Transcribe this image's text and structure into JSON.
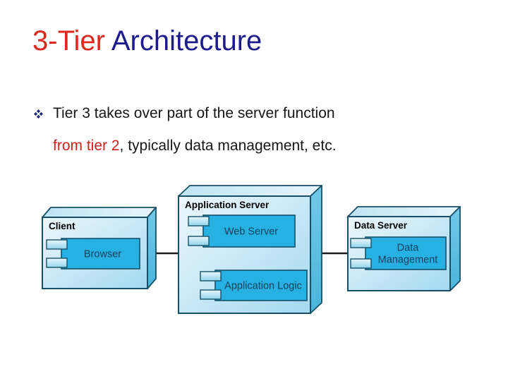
{
  "slide": {
    "background": "#ffffff",
    "title": {
      "red_part": "3-Tier ",
      "blue_part": "Architecture",
      "red_color": "#dd281e",
      "blue_color": "#1c1c8c"
    },
    "bullet": {
      "marker_icon": "four-diamond-bullet",
      "marker_color": "#1f2a7c",
      "line1": "Tier 3 takes over part of the server function",
      "line2_red": "from tier 2",
      "line2_black": ", typically data management, etc.",
      "red_color": "#cc2218",
      "text_color": "#161616"
    }
  },
  "diagram": {
    "colors": {
      "border": "#175066",
      "front_light": "#edf7fc",
      "front_dark": "#a3d9f0",
      "top_light": "#e8f5fb",
      "top_dark": "#bce4f3",
      "side_light": "#72c9e8",
      "side_dark": "#49b5dc",
      "component_fill": "#27b0e2",
      "tab_light": "#eaf7fd",
      "tab_dark": "#90d3ec",
      "component_text": "#14425c",
      "label_text": "#000000",
      "connector": "#1a1a1a"
    },
    "nodes": [
      {
        "id": "client",
        "label": "Client",
        "components": [
          {
            "id": "browser",
            "lines": [
              "Browser"
            ]
          }
        ]
      },
      {
        "id": "application-server",
        "label": "Application Server",
        "components": [
          {
            "id": "web-server",
            "lines": [
              "Web Server"
            ]
          },
          {
            "id": "application-logic",
            "lines": [
              "Application Logic"
            ]
          }
        ]
      },
      {
        "id": "data-server",
        "label": "Data Server",
        "components": [
          {
            "id": "data-management",
            "lines": [
              "Data",
              "Management"
            ]
          }
        ]
      }
    ],
    "connections": [
      {
        "from": "client",
        "to": "application-server"
      },
      {
        "from": "application-server",
        "to": "data-server"
      }
    ]
  }
}
